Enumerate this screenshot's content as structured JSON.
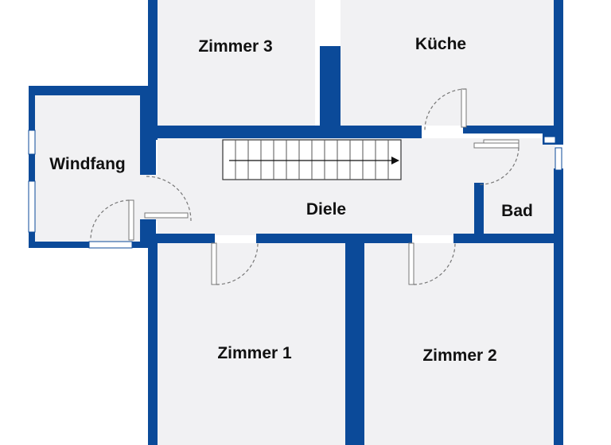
{
  "plan": {
    "rooms": {
      "zimmer3": "Zimmer 3",
      "kueche": "Küche",
      "windfang": "Windfang",
      "diele": "Diele",
      "bad": "Bad",
      "zimmer1": "Zimmer 1",
      "zimmer2": "Zimmer 2"
    },
    "colors": {
      "wall": "#0b4a99",
      "floor": "#f1f1f3",
      "background": "#ffffff",
      "door_line": "#777777",
      "label": "#111111"
    }
  }
}
